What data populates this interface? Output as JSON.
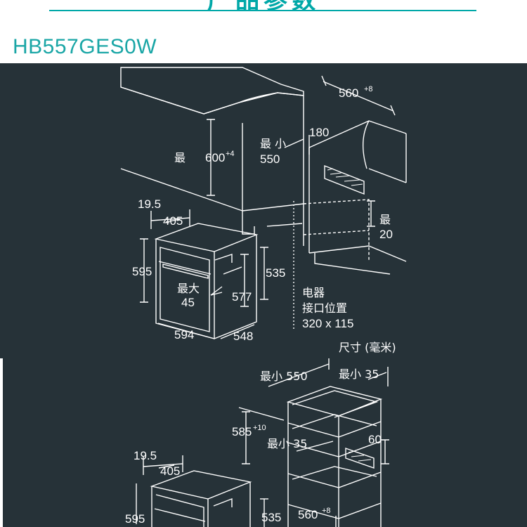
{
  "header": {
    "title": "产品参数"
  },
  "model": "HB557GES0W",
  "colors": {
    "accent": "#00a8a8",
    "panel": "#263238",
    "line": "#ffffff"
  },
  "diagram_top": {
    "width": "560",
    "width_sup": "+8",
    "depth_180": "180",
    "height_min_label": "最",
    "height_600": "600",
    "height_600_sup": "+4",
    "depth_min_label": "最 小",
    "depth_550": "550",
    "bottom_min_label": "最",
    "bottom_20": "20",
    "gap": "19.5",
    "dim_405": "405",
    "dim_595": "595",
    "dim_535": "535",
    "door_max_label": "最大",
    "door_45": "45",
    "dim_577": "577",
    "dim_594": "594",
    "dim_548": "548",
    "socket_l1": "电器",
    "socket_l2": "接口位置",
    "socket_l3": "320 x 115",
    "unit_note": "尺寸 (毫米)"
  },
  "diagram_bottom": {
    "min550": "最小 550",
    "min35_top": "最小 35",
    "h585": "585",
    "h585_sup": "+10",
    "min35_mid": "最小 35",
    "dim_60": "60",
    "gap": "19.5",
    "dim_405": "405",
    "dim_595": "595",
    "dim_535": "535",
    "w560": "560",
    "w560_sup": "+8"
  }
}
